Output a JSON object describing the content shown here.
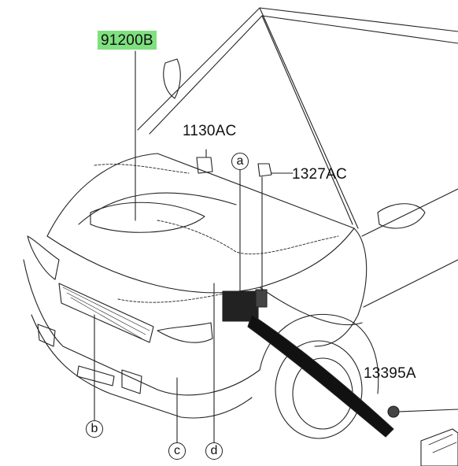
{
  "parts": {
    "main_harness": "91200B",
    "bolt_upper": "1130AC",
    "clip_right": "1327AC",
    "grommet": "13395A"
  },
  "callouts": {
    "a": "a",
    "b": "b",
    "c": "c",
    "d": "d"
  },
  "colors": {
    "highlight": "#7fe07f",
    "line": "#222222"
  }
}
